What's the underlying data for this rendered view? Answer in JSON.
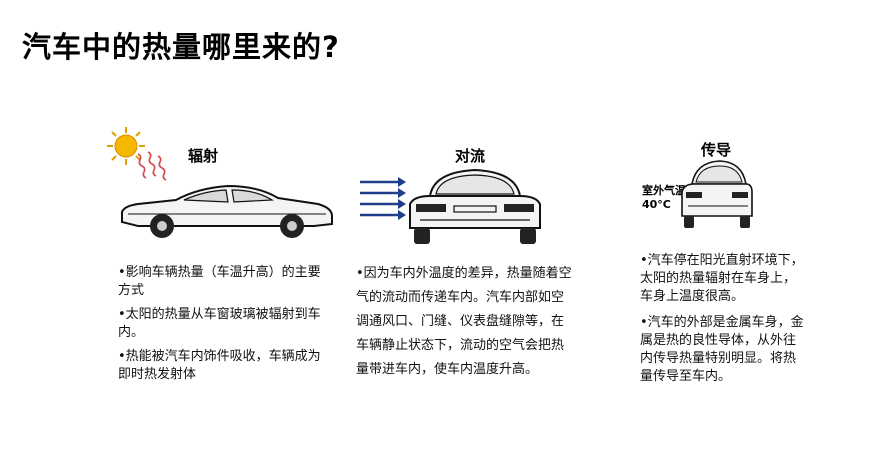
{
  "title": "汽车中的热量哪里来的?",
  "radiation": {
    "heading": "辐射",
    "bullets": [
      "•影响车辆热量（车温升高）的主要方式",
      "•太阳的热量从车窗玻璃被辐射到车内。",
      "•热能被汽车内饰件吸收，车辆成为即时热发射体"
    ]
  },
  "convection": {
    "heading": "对流",
    "bullets": [
      "•因为车内外温度的差异，热量随着空气的流动而传递车内。汽车内部如空调通风口、门缝、仪表盘缝隙等，在车辆静止状态下，流动的空气会把热量带进车内，使车内温度升高。"
    ]
  },
  "conduction": {
    "heading": "传导",
    "outside_temp_label": "室外气温",
    "outside_temp_value": "40°C",
    "bullets": [
      "•汽车停在阳光直射环境下，太阳的热量辐射在车身上，车身上温度很高。",
      "•汽车的外部是金属车身，金属是热的良性导体，从外往内传导热量特别明显。将热量传导至车内。"
    ]
  },
  "colors": {
    "sun": "#f5b800",
    "rays": "#d24a4a",
    "arrows": "#1f3e8a"
  }
}
